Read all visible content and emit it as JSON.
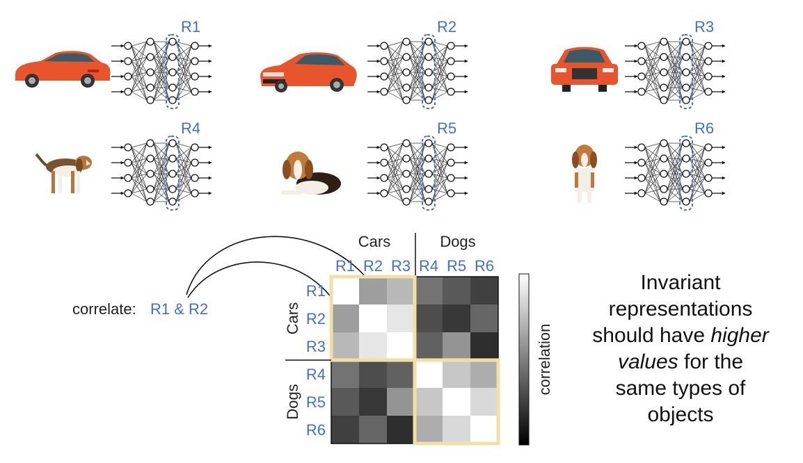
{
  "networks": [
    {
      "label": "R1",
      "input": "car-side"
    },
    {
      "label": "R2",
      "input": "car-angle"
    },
    {
      "label": "R3",
      "input": "car-front"
    },
    {
      "label": "R4",
      "input": "dog-standing-side"
    },
    {
      "label": "R5",
      "input": "dog-lying"
    },
    {
      "label": "R6",
      "input": "dog-front"
    }
  ],
  "correlate": {
    "prefix": "correlate:",
    "pair": "R1 & R2"
  },
  "matrix": {
    "groups": [
      "Cars",
      "Dogs"
    ],
    "columns": [
      "R1",
      "R2",
      "R3",
      "R4",
      "R5",
      "R6"
    ],
    "rows": [
      "R1",
      "R2",
      "R3",
      "R4",
      "R5",
      "R6"
    ],
    "values": [
      [
        1.0,
        0.62,
        0.72,
        0.45,
        0.35,
        0.25
      ],
      [
        0.62,
        1.0,
        0.9,
        0.3,
        0.22,
        0.4
      ],
      [
        0.72,
        0.9,
        1.0,
        0.38,
        0.58,
        0.18
      ],
      [
        0.45,
        0.3,
        0.38,
        1.0,
        0.78,
        0.68
      ],
      [
        0.35,
        0.22,
        0.58,
        0.78,
        1.0,
        0.85
      ],
      [
        0.25,
        0.4,
        0.18,
        0.68,
        0.85,
        1.0
      ]
    ]
  },
  "colorbar": {
    "label": "correlation"
  },
  "statement": {
    "line1": "Invariant",
    "line2": "representations",
    "line3_a": "should have ",
    "line3_b": "higher",
    "line4_a": "values",
    "line4_b": " for the",
    "line5": "same types of",
    "line6": "objects"
  },
  "colors": {
    "label_blue": "#3f6fd1",
    "highlight": "#f2dfa6",
    "car": "#e8542b",
    "dashed_box": "#3f6fd1"
  }
}
